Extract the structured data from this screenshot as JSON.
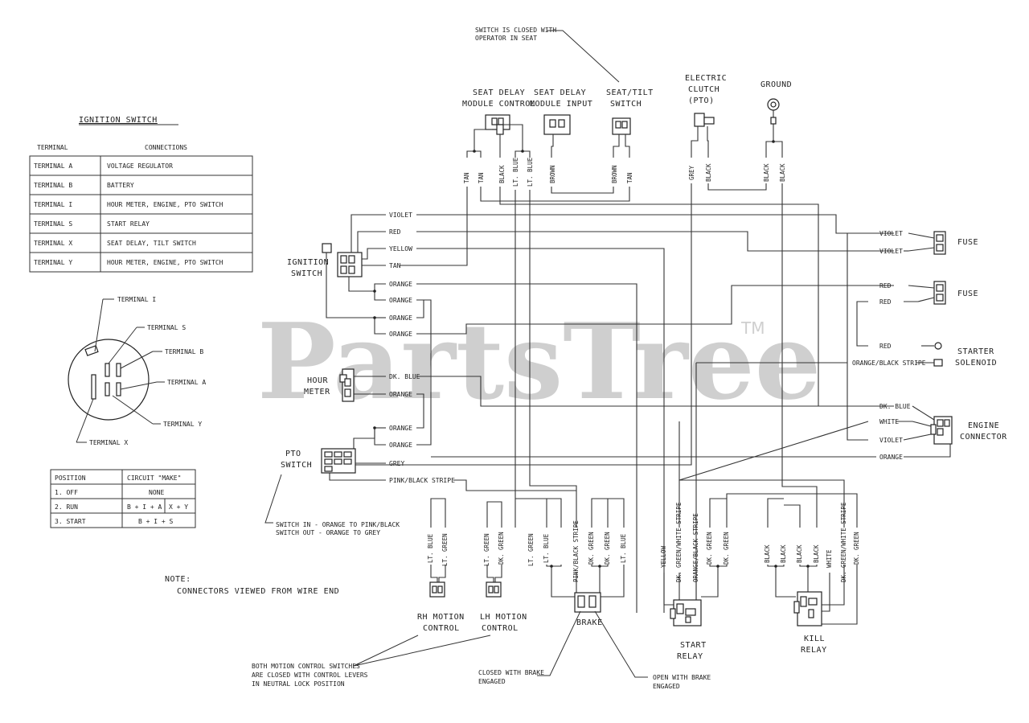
{
  "watermark": {
    "text": "PartsTree",
    "tm": "TM"
  },
  "ignition_table": {
    "title": "IGNITION SWITCH",
    "headers": [
      "TERMINAL",
      "CONNECTIONS"
    ],
    "rows": [
      [
        "TERMINAL  A",
        "VOLTAGE REGULATOR"
      ],
      [
        "TERMINAL  B",
        "BATTERY"
      ],
      [
        "TERMINAL  I",
        "HOUR METER, ENGINE, PTO SWITCH"
      ],
      [
        "TERMINAL  S",
        "START RELAY"
      ],
      [
        "TERMINAL  X",
        "SEAT DELAY, TILT SWITCH"
      ],
      [
        "TERMINAL  Y",
        "HOUR METER, ENGINE, PTO SWITCH"
      ]
    ]
  },
  "switch_face_labels": [
    "TERMINAL I",
    "TERMINAL S",
    "TERMINAL B",
    "TERMINAL A",
    "TERMINAL Y",
    "TERMINAL X"
  ],
  "position_table": {
    "headers": [
      "POSITION",
      "CIRCUIT \"MAKE\""
    ],
    "rows": [
      [
        "1.  OFF",
        "NONE",
        ""
      ],
      [
        "2.  RUN",
        "B + I + A",
        "X  +  Y"
      ],
      [
        "3.  START",
        "B  +  I  +  S",
        ""
      ]
    ]
  },
  "note": {
    "line1": "NOTE:",
    "line2": "CONNECTORS VIEWED FROM WIRE END"
  },
  "top_note": {
    "line1": "SWITCH IS CLOSED WITH",
    "line2": "OPERATOR IN SEAT"
  },
  "components": {
    "seat_delay_control": [
      "SEAT DELAY",
      "MODULE CONTROL"
    ],
    "seat_delay_input": [
      "SEAT DELAY",
      "MODULE INPUT"
    ],
    "seat_tilt": [
      "SEAT/TILT",
      "SWITCH"
    ],
    "clutch": [
      "ELECTRIC",
      "CLUTCH",
      "(PTO)"
    ],
    "ground": "GROUND",
    "ignition": [
      "IGNITION",
      "SWITCH"
    ],
    "hour_meter": [
      "HOUR",
      "METER"
    ],
    "pto": [
      "PTO",
      "SWITCH"
    ],
    "fuse1": "FUSE",
    "fuse2": "FUSE",
    "starter": [
      "STARTER",
      "SOLENOID"
    ],
    "engine": [
      "ENGINE",
      "CONNECTOR"
    ],
    "rh_motion": [
      "RH MOTION",
      "CONTROL"
    ],
    "lh_motion": [
      "LH MOTION",
      "CONTROL"
    ],
    "brake": "BRAKE",
    "start_relay": [
      "START",
      "RELAY"
    ],
    "kill_relay": [
      "KILL",
      "RELAY"
    ]
  },
  "top_wire_labels": [
    "TAN",
    "TAN",
    "BLACK",
    "LT. BLUE",
    "LT. BLUE",
    "BROWN",
    "BROWN",
    "TAN",
    "GREY",
    "BLACK",
    "BLACK",
    "BLACK"
  ],
  "ign_wire_labels": [
    "VIOLET",
    "RED",
    "YELLOW",
    "TAN",
    "ORANGE",
    "ORANGE",
    "ORANGE",
    "ORANGE"
  ],
  "hour_wire_labels": [
    "DK. BLUE",
    "ORANGE",
    "ORANGE",
    "ORANGE"
  ],
  "pto_wire_labels": [
    "GREY",
    "PINK/BLACK STRIPE"
  ],
  "fuse_wire_labels": [
    "VIOLET",
    "VIOLET",
    "RED",
    "RED",
    "RED",
    "ORANGE/BLACK STRIPE"
  ],
  "engine_wire_labels": [
    "DK. BLUE",
    "WHITE",
    "VIOLET",
    "ORANGE"
  ],
  "bottom_wire_labels": [
    "LT. BLUE",
    "LT. GREEN",
    "LT. GREEN",
    "DK. GREEN",
    "LT. GREEN",
    "LT. BLUE",
    "PINK/BLACK STRIPE",
    "DK. GREEN",
    "DK. GREEN",
    "LT. BLUE",
    "YELLOW",
    "DK. GREEN/WHITE STRIPE",
    "ORANGE/BLACK STRIPE",
    "DK. GREEN",
    "DK. GREEN",
    "BLACK",
    "BLACK",
    "BLACK",
    "BLACK",
    "WHITE",
    "DK. GREEN/WHITE STRIPE",
    "DK. GREEN"
  ],
  "pto_note": {
    "line1": "SWITCH IN - ORANGE TO PINK/BLACK",
    "line2": "SWITCH OUT - ORANGE TO GREY"
  },
  "motion_note": [
    "BOTH MOTION CONTROL SWITCHES",
    "ARE CLOSED WITH CONTROL LEVERS",
    "IN NEUTRAL LOCK POSITION"
  ],
  "brake_closed": [
    "CLOSED WITH BRAKE",
    "ENGAGED"
  ],
  "brake_open": [
    "OPEN WITH BRAKE",
    "ENGAGED"
  ]
}
